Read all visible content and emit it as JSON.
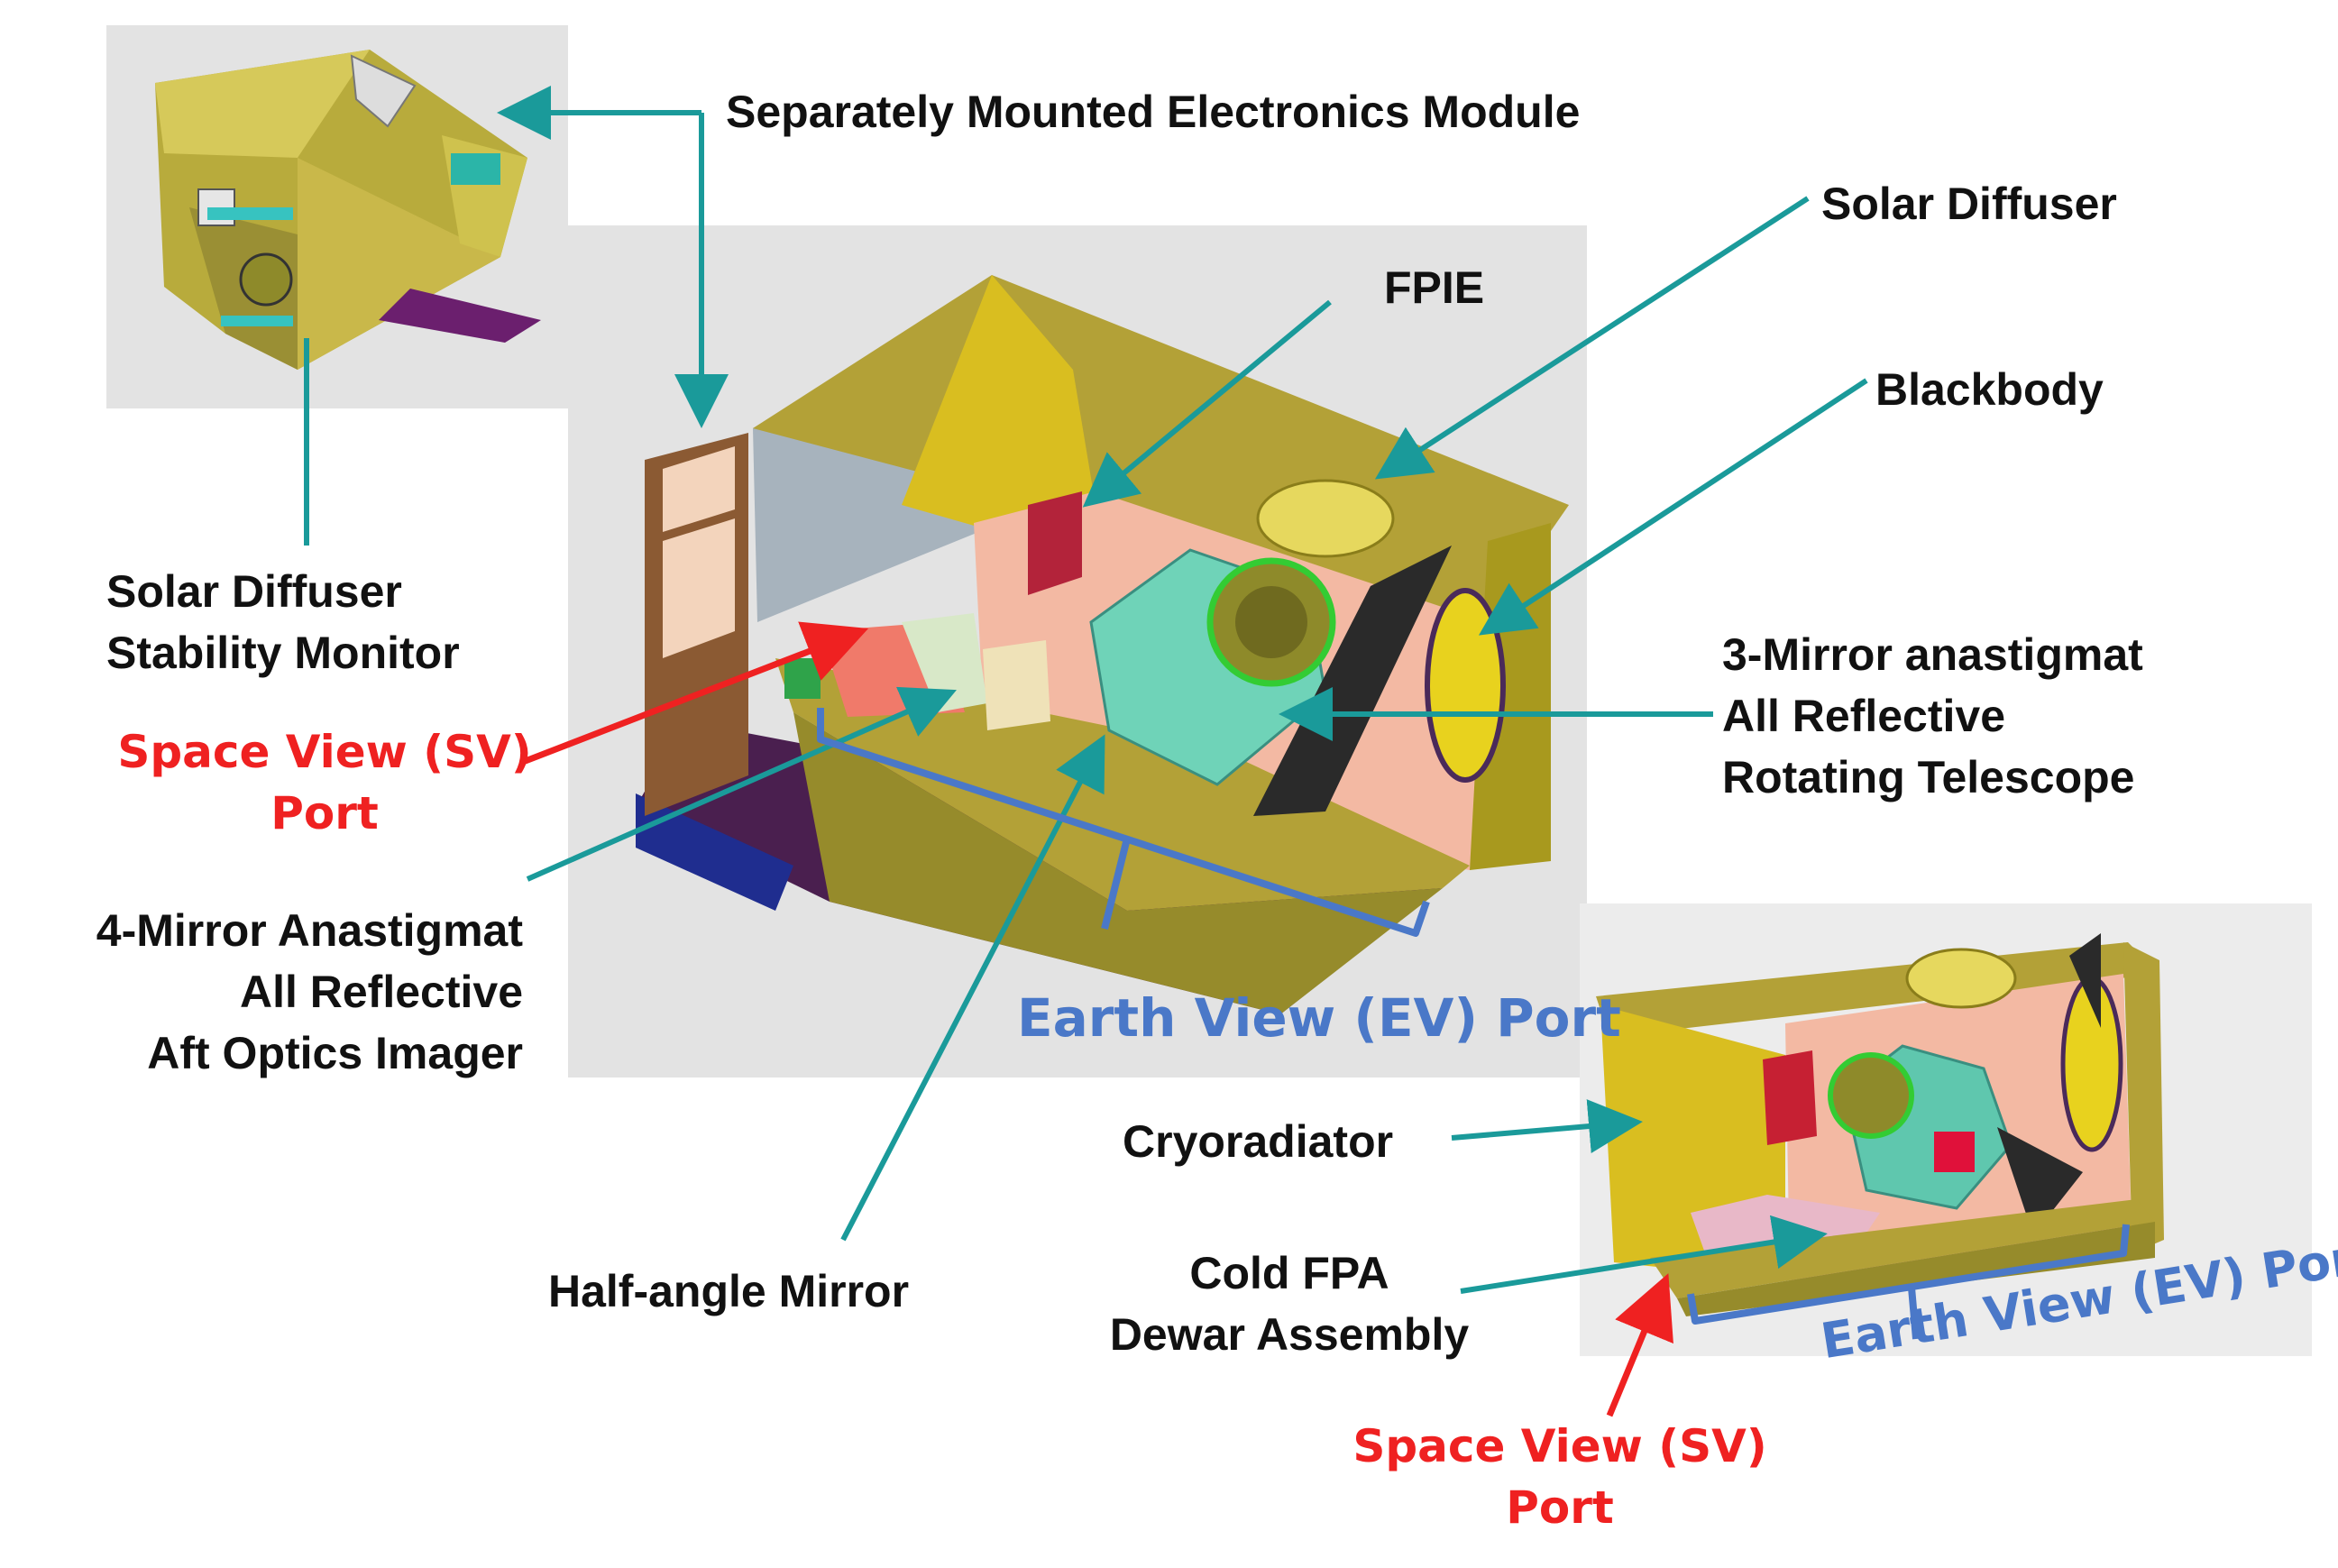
{
  "labels": {
    "electronics_module": "Separately Mounted Electronics Module",
    "solar_diffuser": "Solar Diffuser",
    "fpie": "FPIE",
    "blackbody": "Blackbody",
    "sdsm_line1": "Solar Diffuser",
    "sdsm_line2": "Stability Monitor",
    "sv_port_line1": "Space View (SV)",
    "sv_port_line2": "Port",
    "telescope_line1": "3-Mirror anastigmat",
    "telescope_line2": "All Reflective",
    "telescope_line3": "Rotating Telescope",
    "aft_optics_line1": "4-Mirror Anastigmat",
    "aft_optics_line2": "All Reflective",
    "aft_optics_line3": "Aft Optics Imager",
    "ev_port": "Earth View (EV) Port",
    "cryoradiator": "Cryoradiator",
    "half_angle_mirror": "Half-angle Mirror",
    "cold_fpa_line1": "Cold FPA",
    "cold_fpa_line2": "Dewar Assembly",
    "ev_port_small": "Earth View (EV) Port",
    "sv_port_small_line1": "Space View (SV)",
    "sv_port_small_line2": "Port"
  },
  "colors": {
    "leader_teal": "#1a9a9a",
    "sv_red": "#ef2121",
    "ev_blue": "#4a78c8",
    "panel_gray": "#e3e3e3",
    "housing_olive": "#b5a93a",
    "interior_pink": "#f3b9a3",
    "telescope_teal": "#6fd3b8",
    "blackbody_yellow": "#e8d21e",
    "base_purple": "#4a1f4f"
  }
}
